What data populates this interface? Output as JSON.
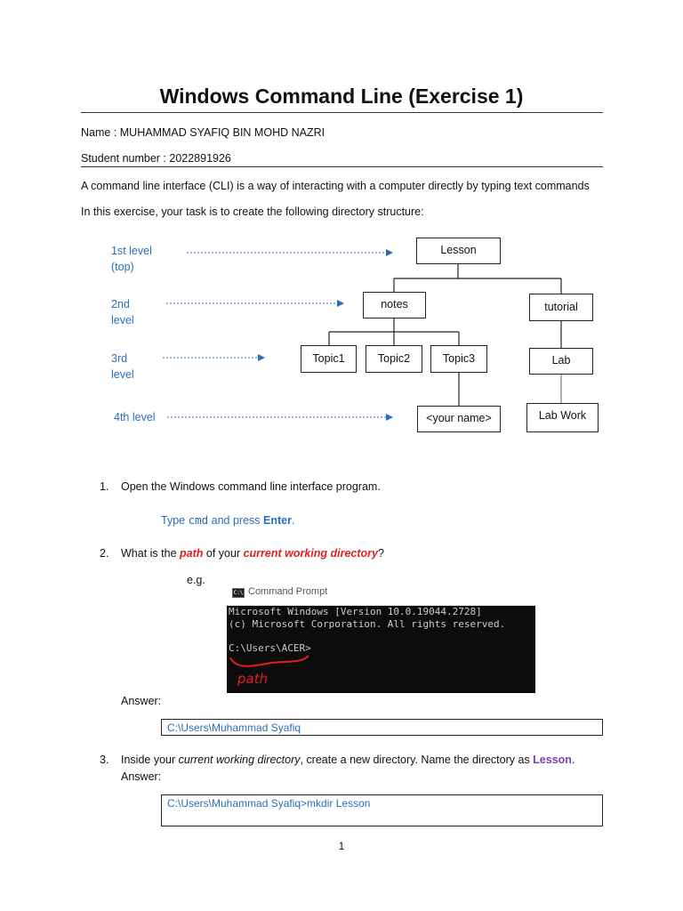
{
  "title": "Windows Command Line (Exercise 1)",
  "name_line": "Name : MUHAMMAD SYAFIQ BIN  MOHD NAZRI",
  "student_line": "Student number : 2022891926",
  "intro": "A command line interface (CLI) is a way of interacting with a computer directly by typing text commands",
  "task": "In this exercise, your task is to create the following directory structure:",
  "levels": {
    "l1a": "1st level",
    "l1b": "(top)",
    "l2a": "2nd",
    "l2b": "level",
    "l3a": "3rd",
    "l3b": "level",
    "l4": "4th level"
  },
  "tree": {
    "lesson": "Lesson",
    "notes": "notes",
    "tutorial": "tutorial",
    "topic1": "Topic1",
    "topic2": "Topic2",
    "topic3": "Topic3",
    "lab": "Lab",
    "yourname": "<your name>",
    "labwork": "Lab Work"
  },
  "q1": {
    "num": "1.",
    "text": "Open the Windows command line interface program.",
    "hint_pre": "Type ",
    "hint_cmd": "cmd",
    "hint_mid": " and press ",
    "hint_key": "Enter",
    "hint_end": "."
  },
  "q2": {
    "num": "2.",
    "pre": "What is the ",
    "path": "path",
    "mid": " of your ",
    "cwd": "current working directory",
    "end": "?",
    "eg": "e.g.",
    "cmd_title": "Command Prompt",
    "cmd_icon": "C:\\",
    "cmd_line1": "Microsoft Windows [Version 10.0.19044.2728]",
    "cmd_line2": "(c) Microsoft Corporation. All rights reserved.",
    "cmd_line3": "C:\\Users\\ACER>",
    "handwritten": "path",
    "answer_label": "Answer:",
    "answer": "C:\\Users\\Muhammad Syafiq"
  },
  "q3": {
    "num": "3.",
    "pre": "Inside your ",
    "cwd": "current working directory",
    "mid": ", create a new directory. Name the directory as ",
    "lesson": "Lesson",
    "end": ".",
    "answer_label": "Answer:",
    "answer": "C:\\Users\\Muhammad Syafiq>mkdir Lesson"
  },
  "page_number": "1",
  "colors": {
    "blue": "#2a6ebb",
    "red": "#e02020",
    "purple": "#7a3fb0"
  }
}
